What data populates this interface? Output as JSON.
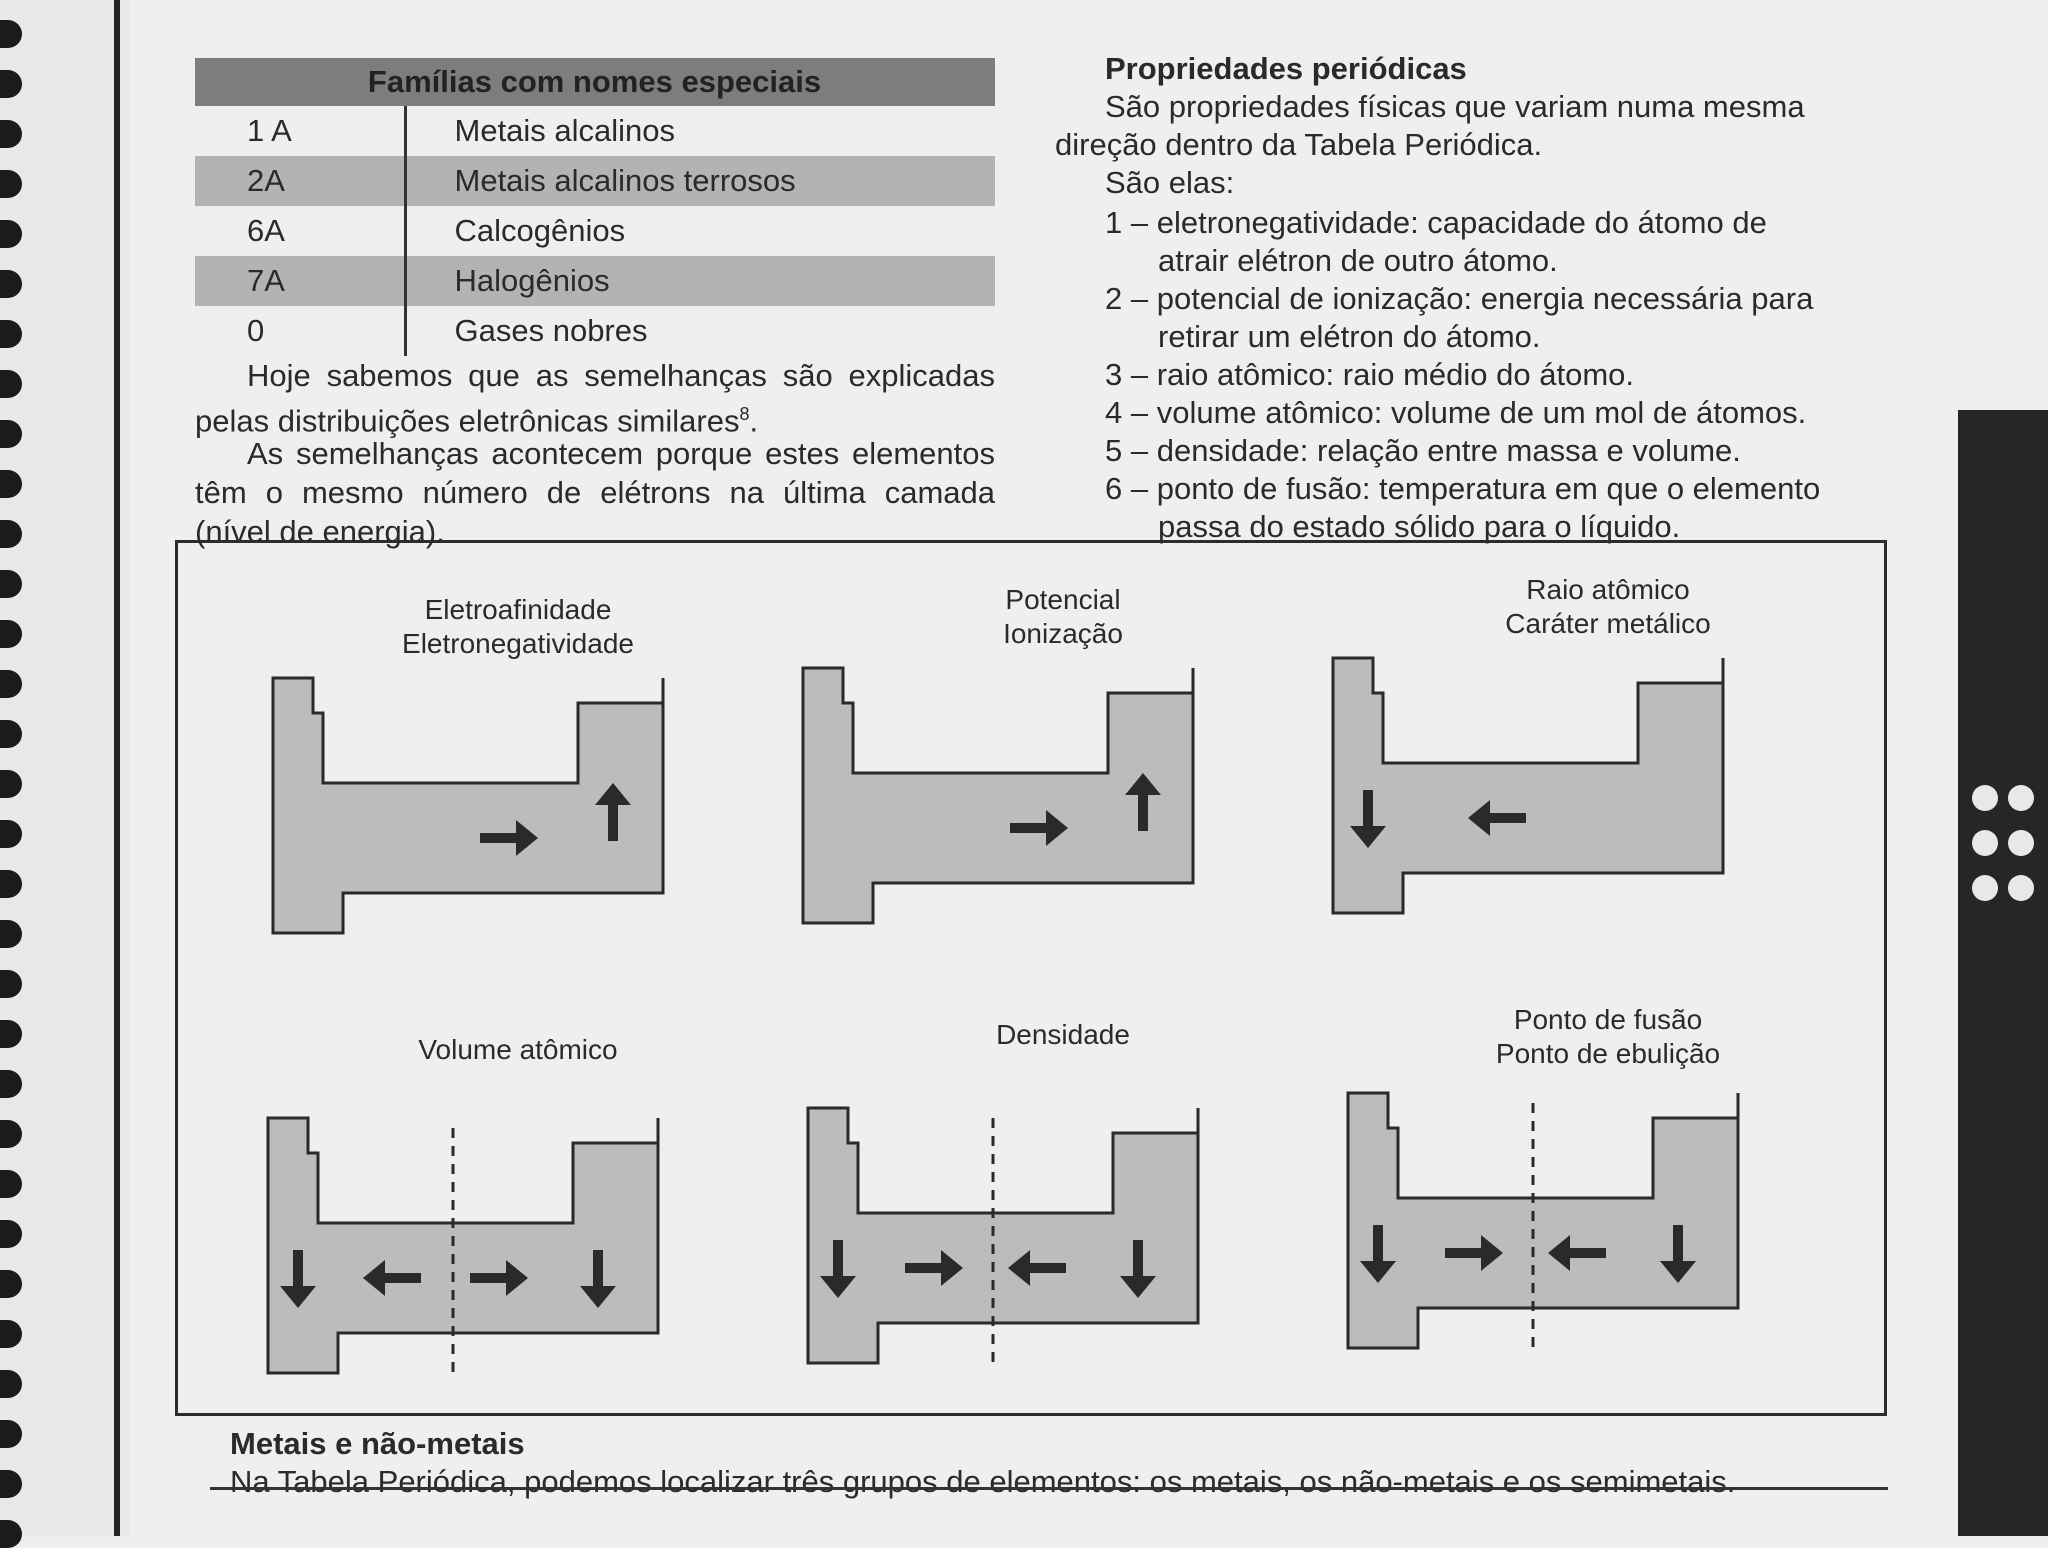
{
  "families_table": {
    "header": "Famílias com nomes especiais",
    "rows": [
      {
        "group": "1 A",
        "name": "Metais alcalinos"
      },
      {
        "group": "2A",
        "name": "Metais alcalinos terrosos"
      },
      {
        "group": "6A",
        "name": "Calcogênios"
      },
      {
        "group": "7A",
        "name": "Halogênios"
      },
      {
        "group": "0",
        "name": "Gases nobres"
      }
    ]
  },
  "left_text": {
    "para1": "Hoje sabemos que as semelhanças são explicadas pelas distribuições eletrônicas similares",
    "para1_sup": "8",
    "para1_end": ".",
    "para2": "As semelhanças acontecem porque estes elementos têm o mesmo número de elétrons na última camada (nível de energia)."
  },
  "properties": {
    "title": "Propriedades periódicas",
    "intro": "São propriedades físicas que variam numa mesma direção dentro da Tabela Periódica.",
    "list_intro": "São elas:",
    "items": [
      "1 – eletronegatividade: capacidade do átomo de atrair elétron de outro átomo.",
      "2 – potencial de ionização: energia necessária para retirar um elétron do átomo.",
      "3 – raio atômico: raio médio do átomo.",
      "4 – volume atômico: volume de um mol de átomos.",
      "5 – densidade: relação entre massa e volume.",
      "6 – ponto de fusão: temperatura em que o elemento passa do estado sólido para o líquido."
    ]
  },
  "diagrams": [
    {
      "caption_1": "Eletroafinidade",
      "caption_2": "Eletronegatividade",
      "arrows": [
        "right",
        "up"
      ]
    },
    {
      "caption_1": "Potencial",
      "caption_2": "Ionização",
      "arrows": [
        "right",
        "up"
      ]
    },
    {
      "caption_1": "Raio atômico",
      "caption_2": "Caráter metálico",
      "arrows": [
        "down",
        "left"
      ]
    },
    {
      "caption_1": "Volume atômico",
      "caption_2": "",
      "arrows": [
        "down",
        "left",
        "right",
        "down"
      ]
    },
    {
      "caption_1": "Densidade",
      "caption_2": "",
      "arrows": [
        "down",
        "right",
        "left",
        "down"
      ]
    },
    {
      "caption_1": "Ponto de fusão",
      "caption_2": "Ponto de ebulição",
      "arrows": [
        "down",
        "right",
        "left",
        "down"
      ]
    }
  ],
  "footer": {
    "heading": "Metais e não-metais",
    "text": "Na Tabela Periódica, podemos localizar três grupos de elementos: os metais, os não-metais e os semimetais."
  },
  "colors": {
    "table_fill": "#bcbcbc",
    "ink": "#2a2a2a"
  }
}
